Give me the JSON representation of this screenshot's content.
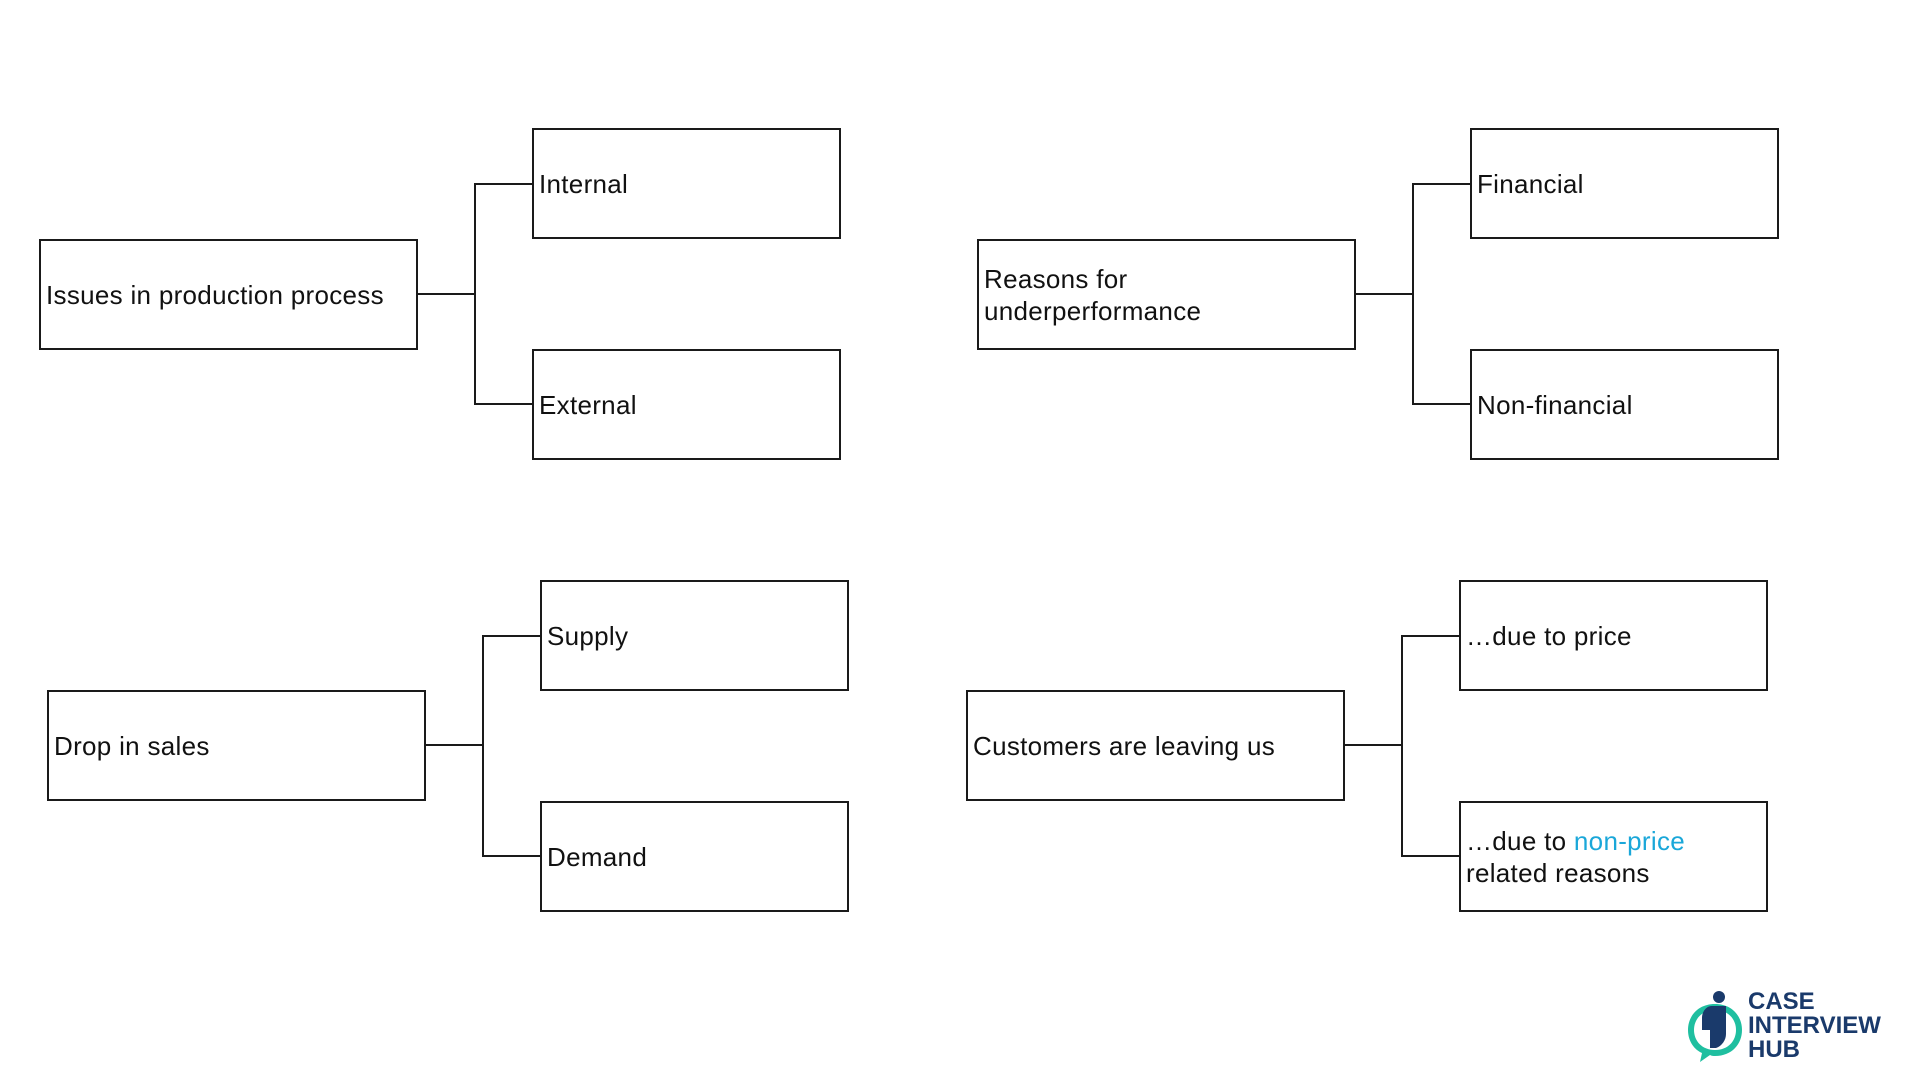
{
  "trees": [
    {
      "root": "Issues in production process",
      "branches": [
        "Internal",
        "External"
      ]
    },
    {
      "root": "Reasons for underperformance",
      "root_lines": [
        "Reasons for",
        "underperformance"
      ],
      "branches": [
        "Financial",
        "Non-financial"
      ]
    },
    {
      "root": "Drop in sales",
      "branches": [
        "Supply",
        "Demand"
      ]
    },
    {
      "root": "Customers are leaving us",
      "branches": [
        "…due to price"
      ],
      "branch_2": {
        "prefix": "…due to ",
        "highlight": "non-price",
        "suffix": "related reasons"
      }
    }
  ],
  "colors": {
    "border": "#1a1a1a",
    "highlight": "#1aa7d9",
    "logo_dark": "#1a3a6b",
    "logo_accent": "#1fbfa0"
  },
  "logo": {
    "icon": "case-interview-hub-logo-icon",
    "lines": [
      "CASE",
      "INTERVIEW",
      "HUB"
    ]
  }
}
